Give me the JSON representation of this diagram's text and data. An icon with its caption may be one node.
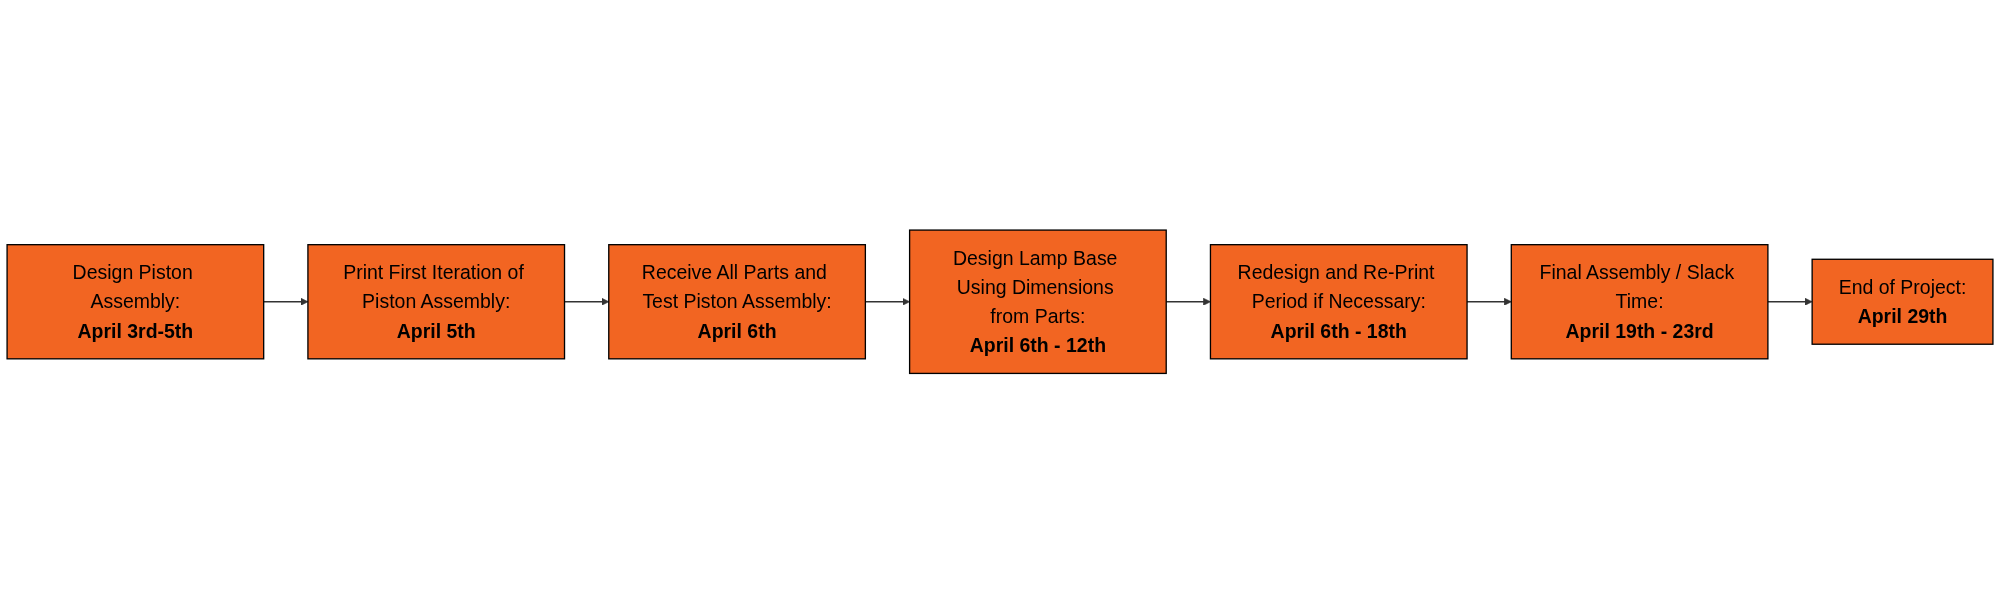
{
  "diagram": {
    "nodes": [
      {
        "text": [
          "Design Piston Assembly:",
          "April 3rd-5th"
        ]
      },
      {
        "text": [
          "Print First Iteration of Piston Assembly:",
          "April 5th"
        ]
      },
      {
        "text": [
          "Receive All Parts and Test Piston Assembly:",
          "April 6th"
        ]
      },
      {
        "text": [
          "Design Lamp Base Using Dimensions from Parts:",
          "April 6th - 12th"
        ]
      },
      {
        "text": [
          "Redesign and Re-Print Period if Necessary:",
          "April 6th - 18th"
        ]
      },
      {
        "text": [
          "Final Assembly / Slack Time:",
          "April 19th - 23rd"
        ]
      },
      {
        "text": [
          "End of Project:",
          "April 29th"
        ]
      }
    ],
    "edges": [
      {
        "from": 0,
        "to": 1,
        "arrow": "to"
      },
      {
        "from": 1,
        "to": 2,
        "arrow": "to"
      },
      {
        "from": 2,
        "to": 3,
        "arrow": "to"
      },
      {
        "from": 3,
        "to": 4,
        "arrow": "to"
      },
      {
        "from": 4,
        "to": 5,
        "arrow": "to"
      },
      {
        "from": 5,
        "to": 6,
        "arrow": "to"
      }
    ]
  }
}
